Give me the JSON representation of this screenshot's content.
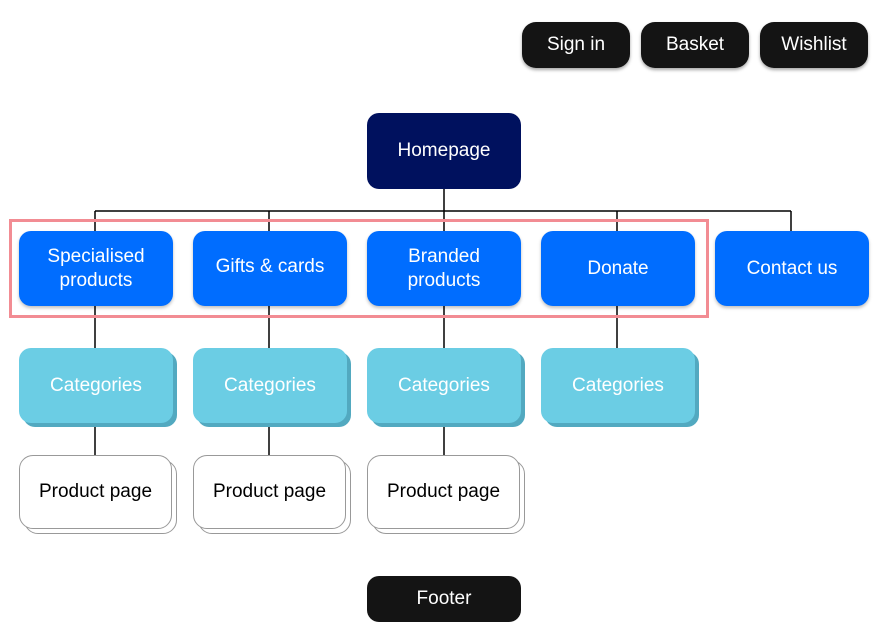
{
  "top_nav": {
    "sign_in": "Sign in",
    "basket": "Basket",
    "wishlist": "Wishlist"
  },
  "homepage": "Homepage",
  "sections": [
    {
      "line1": "Specialised",
      "line2": "products"
    },
    {
      "line1": "Gifts & cards"
    },
    {
      "line1": "Branded",
      "line2": "products"
    },
    {
      "line1": "Donate"
    },
    {
      "line1": "Contact us"
    }
  ],
  "categories_label": "Categories",
  "product_page_label": "Product page",
  "footer": "Footer",
  "colors": {
    "homepage": "#00115e",
    "section": "#006dff",
    "category": "#6bcde4",
    "highlight": "#f28c93",
    "dark_button": "#141414"
  }
}
